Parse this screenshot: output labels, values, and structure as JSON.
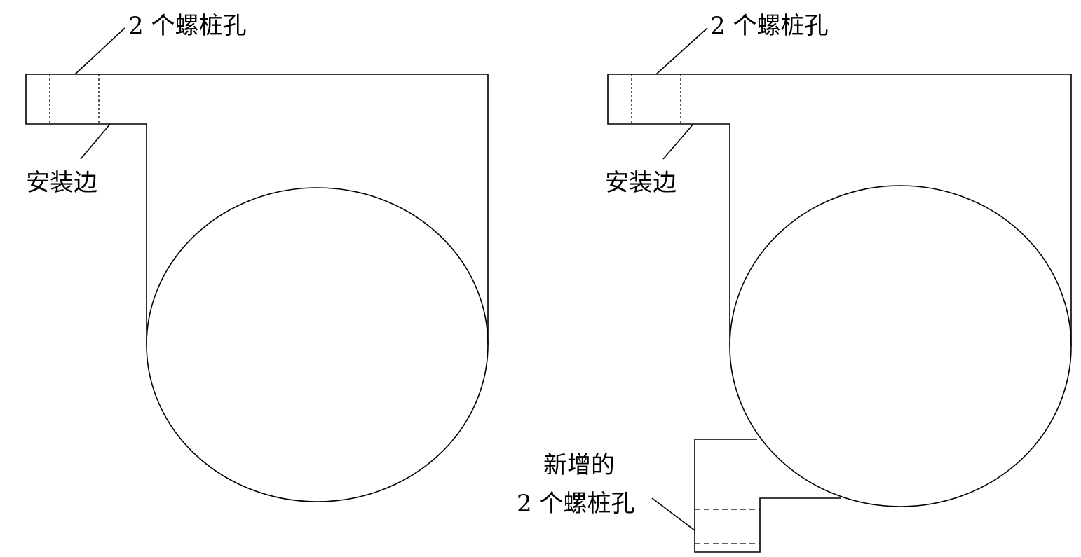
{
  "left_view": {
    "label_holes": "2 个螺桩孔",
    "label_mount_edge": "安装边"
  },
  "right_view": {
    "label_holes": "2 个螺桩孔",
    "label_mount_edge": "安装边",
    "label_new_holes_line1": "新增的",
    "label_new_holes_line2": "2 个螺桩孔"
  },
  "colors": {
    "stroke": "#000000",
    "background": "#ffffff"
  }
}
